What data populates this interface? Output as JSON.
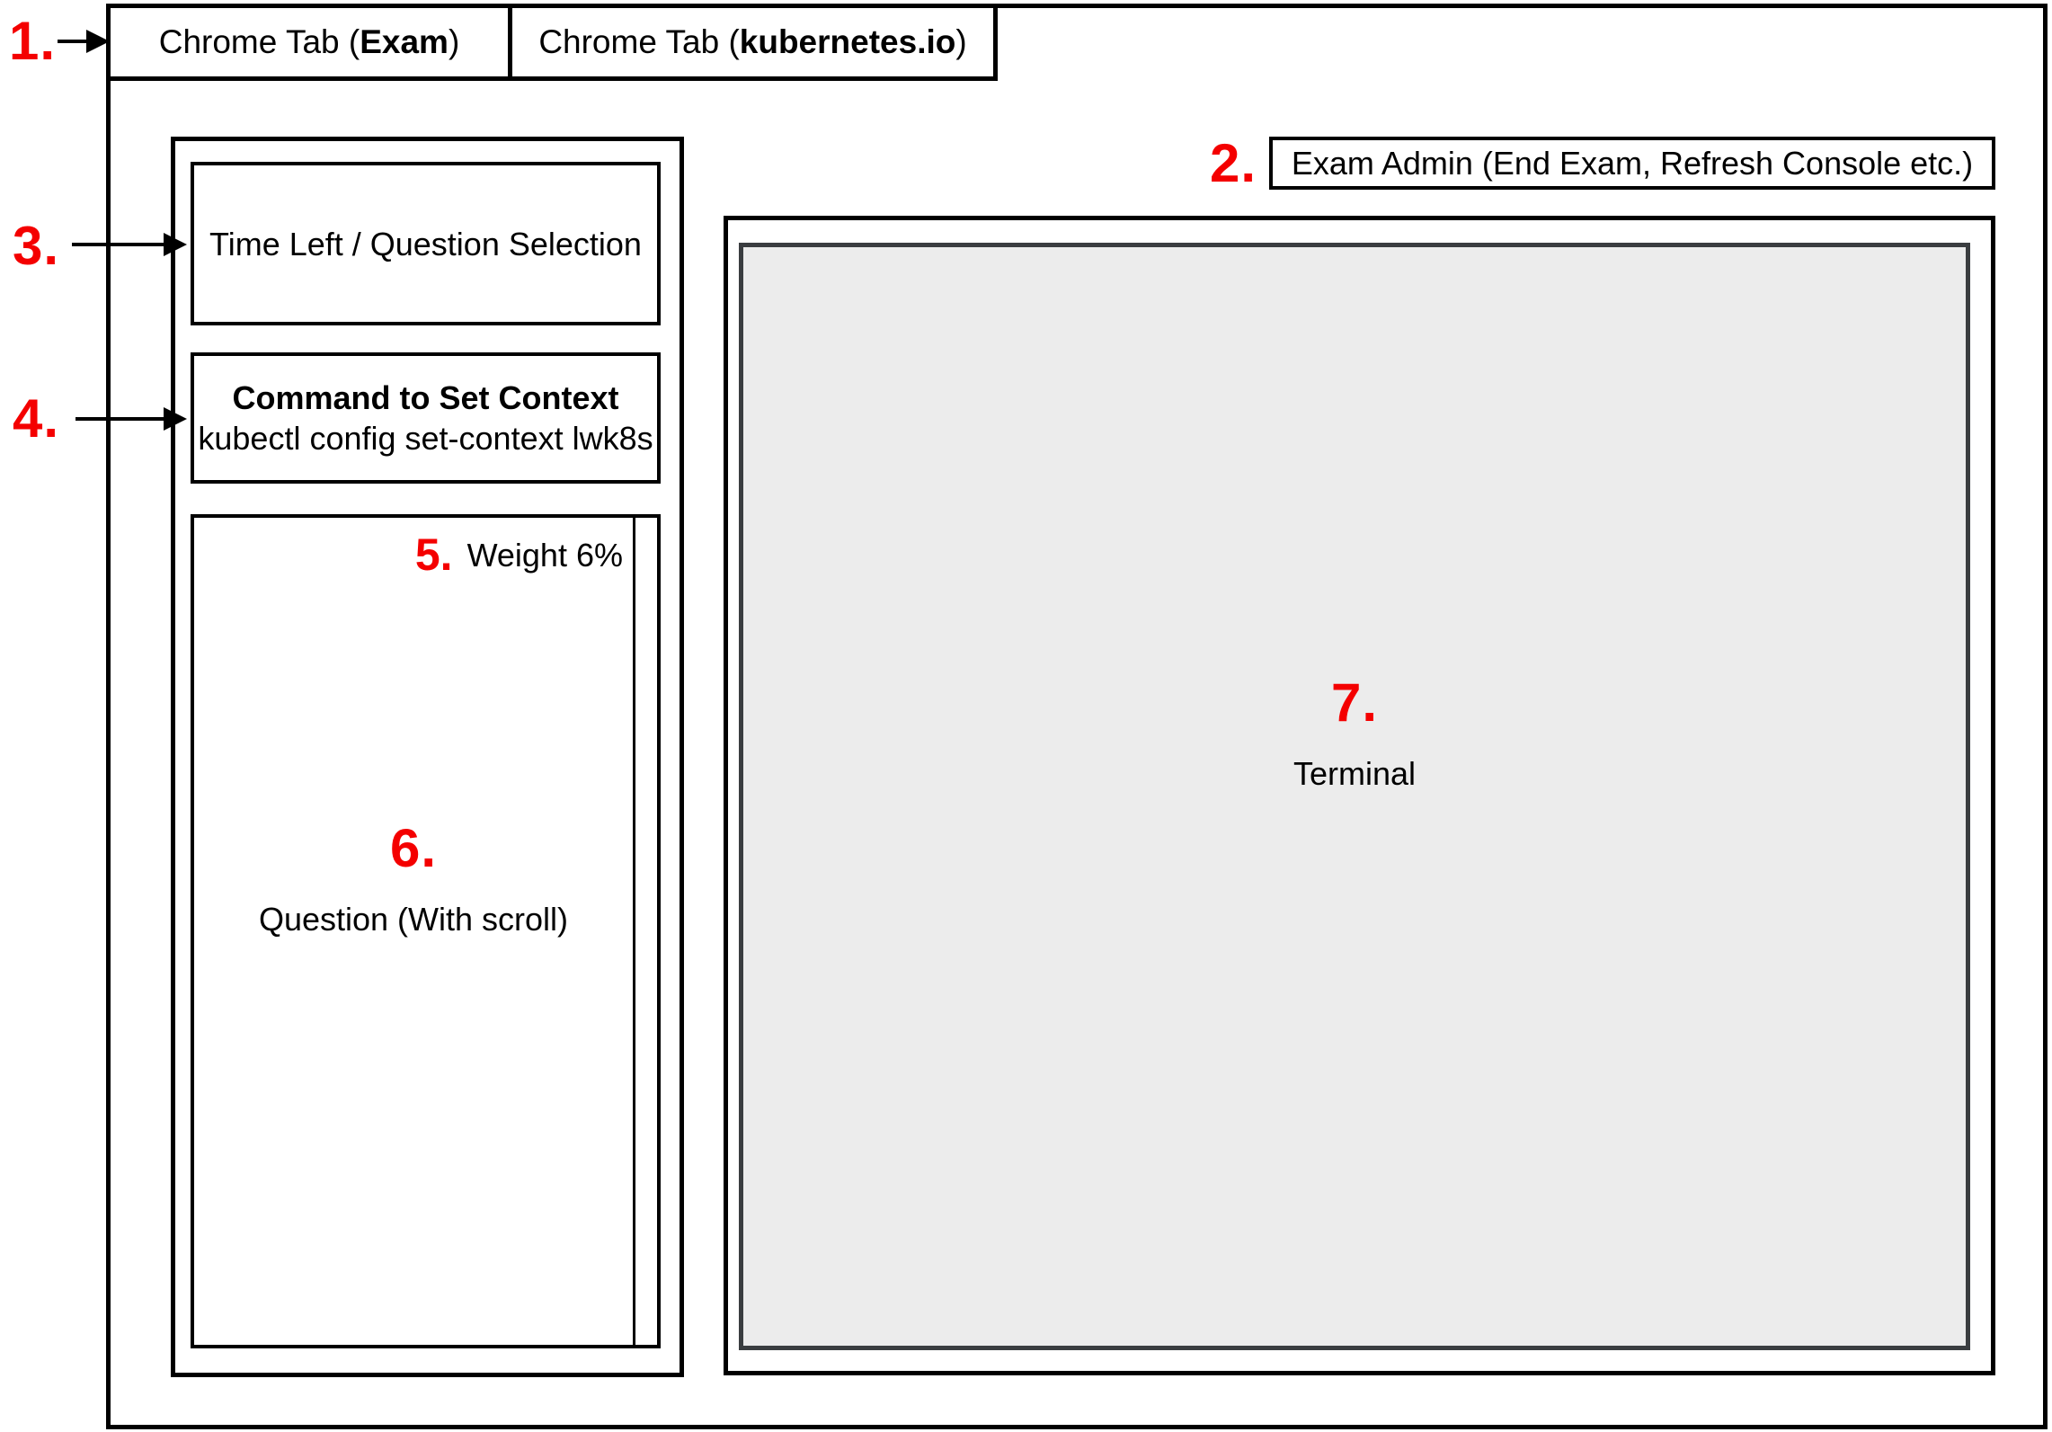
{
  "colors": {
    "annotation": "#f40000",
    "line": "#000000",
    "terminal_screen_bg": "#ececec",
    "terminal_screen_border": "#3a3d40"
  },
  "annotations": {
    "n1": "1.",
    "n2": "2.",
    "n3": "3.",
    "n4": "4.",
    "n5": "5.",
    "n6": "6.",
    "n7": "7."
  },
  "tabs": [
    {
      "prefix": "Chrome Tab (",
      "emphasis": "Exam",
      "suffix": ")"
    },
    {
      "prefix": "Chrome Tab (",
      "emphasis": "kubernetes.io",
      "suffix": ")"
    }
  ],
  "exam_admin": {
    "label": "Exam Admin (End Exam, Refresh Console etc.)"
  },
  "sidebar": {
    "time_left_label": "Time Left / Question Selection",
    "command_title": "Command to Set Context",
    "command_text": "kubectl config set-context lwk8s",
    "question_weight": "Weight 6%",
    "question_label": "Question (With scroll)"
  },
  "terminal": {
    "label": "Terminal"
  }
}
